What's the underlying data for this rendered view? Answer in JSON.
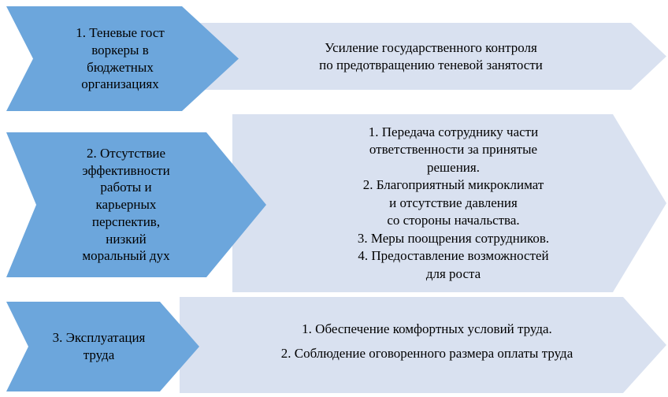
{
  "diagram": {
    "rows": [
      {
        "problem": "1. Теневые гост\nворкеры в\nбюджетных\nорганизациях",
        "solution": "Усиление государственного контроля\nпо предотвращению теневой занятости"
      },
      {
        "problem": "2. Отсутствие\nэффективности\nработы и\nкарьерных\nперспектив,\nнизкий\nморальный дух",
        "solution": "1. Передача сотруднику части\nответственности за принятые\nрешения.\n2. Благоприятный микроклимат\nи отсутствие давления\nсо стороны начальства.\n3. Меры поощрения сотрудников.\n4. Предоставление возможностей\nдля роста"
      },
      {
        "problem": "3. Эксплуатация\nтруда",
        "solution": "1. Обеспечение комфортных условий труда.\n2. Соблюдение оговоренного размера оплаты труда"
      }
    ],
    "colors": {
      "problem_fill": "#6CA6DC",
      "solution_fill": "#D9E1F0"
    }
  }
}
